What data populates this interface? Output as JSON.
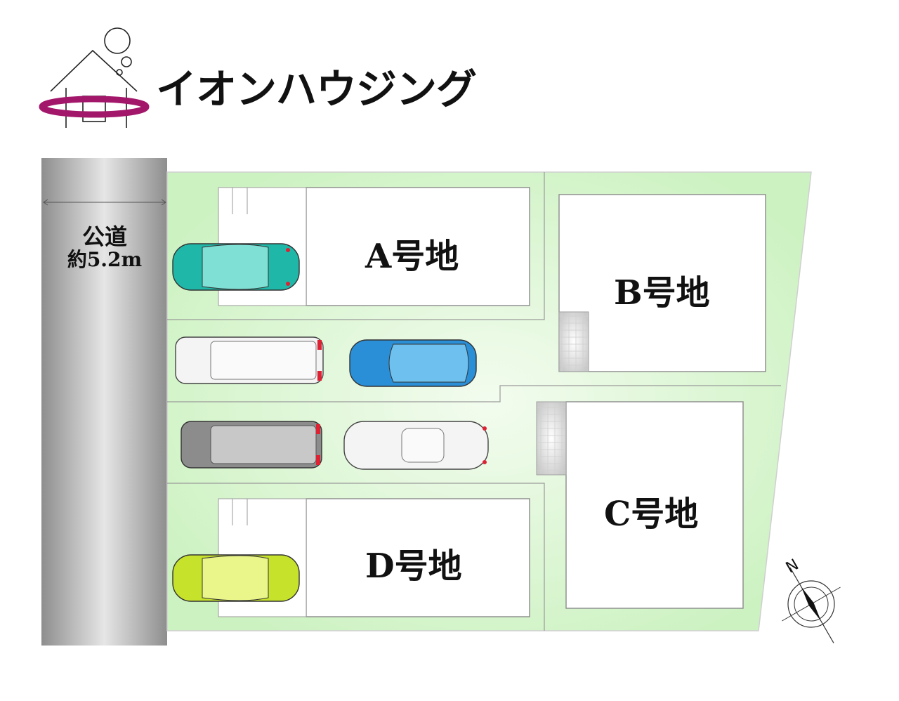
{
  "brand": {
    "name": "イオンハウジング",
    "ring_color": "#a3176b"
  },
  "road": {
    "name": "公道",
    "width": "約5.2m"
  },
  "lots": [
    {
      "label": "A号地"
    },
    {
      "label": "B号地"
    },
    {
      "label": "C号地"
    },
    {
      "label": "D号地"
    }
  ],
  "compass": {
    "north_label": "N"
  },
  "colors": {
    "site_fill": "#d9f5d0",
    "road_fill": "#a9a9a9",
    "car_teal": "#1fb8a8",
    "car_blue": "#2a8fd6",
    "car_gray": "#8c8c8c",
    "car_lime": "#c7e22a",
    "car_white": "#f4f4f4"
  }
}
